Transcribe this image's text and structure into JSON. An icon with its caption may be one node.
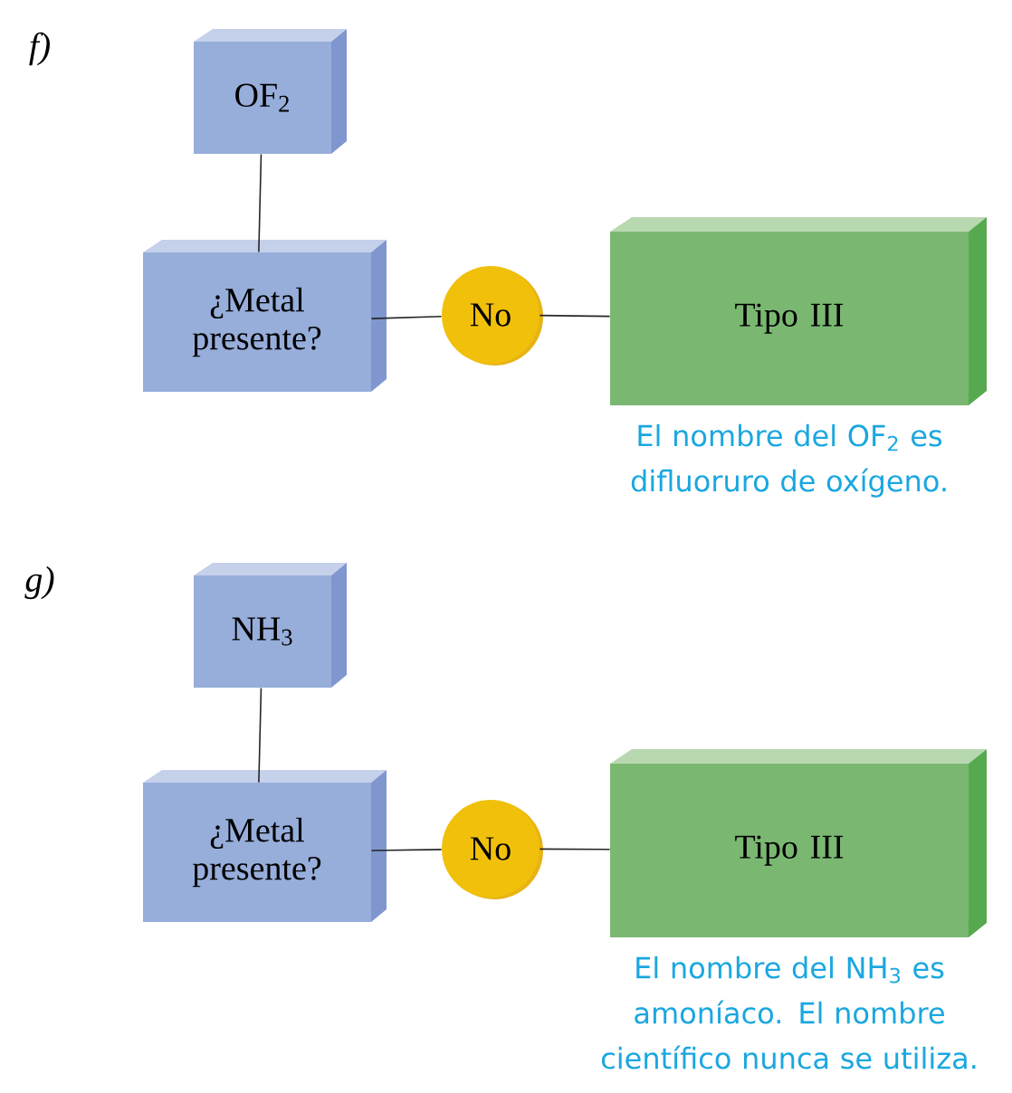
{
  "diagram": {
    "nodes": [
      {
        "text": [
          "OF$_{2}$"
        ]
      },
      {
        "text": [
          "¿Metal presente?"
        ]
      },
      {
        "text": [
          "No"
        ]
      },
      {
        "text": [
          "Tipo III"
        ],
        "beside": [
          "El nombre del OF$_{2}$ es difluoruro de oxígeno."
        ]
      },
      {
        "text": [
          "NH$_{3}$"
        ]
      },
      {
        "text": [
          "¿Metal presente?"
        ]
      },
      {
        "text": [
          "No"
        ]
      },
      {
        "text": [
          "Tipo III"
        ],
        "beside": [
          "El nombre del NH$_{3}$ es amoníaco. El nombre científico nunca se utiliza."
        ]
      }
    ],
    "edges": [
      {
        "from": 0,
        "to": 1,
        "arrow": "none"
      },
      {
        "from": 1,
        "to": 2,
        "arrow": "none"
      },
      {
        "from": 2,
        "to": 3,
        "arrow": "none"
      },
      {
        "from": 4,
        "to": 5,
        "arrow": "none"
      },
      {
        "from": 5,
        "to": 6,
        "arrow": "none"
      },
      {
        "from": 6,
        "to": 7,
        "arrow": "none"
      }
    ],
    "labels": [
      "f)",
      "g)"
    ]
  }
}
